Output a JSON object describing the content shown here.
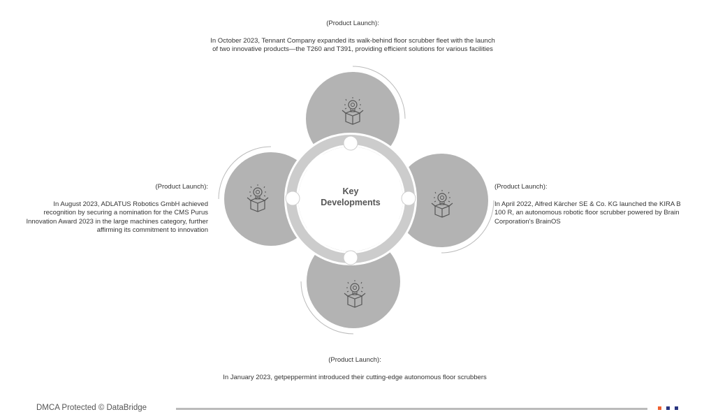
{
  "center": {
    "title_line1": "Key",
    "title_line2": "Developments"
  },
  "items": [
    {
      "label": "(Product Launch):",
      "text": "In October 2023, Tennant Company expanded its walk-behind floor scrubber fleet with the launch of two innovative products—the T260 and T391, providing efficient solutions for various facilities"
    },
    {
      "label": "(Product Launch):",
      "text": "In April 2022, Alfred Kärcher SE & Co. KG launched the KIRA B 100 R, an autonomous robotic floor scrubber powered by Brain Corporation's BrainOS"
    },
    {
      "label": "(Product Launch):",
      "text": "In January 2023, getpeppermint introduced their cutting-edge autonomous floor scrubbers"
    },
    {
      "label": "(Product Launch):",
      "text": "In August 2023, ADLATUS Robotics GmbH achieved recognition by securing a nomination for the CMS Purus Innovation Award 2023 in the large machines category, further affirming its commitment to innovation"
    }
  ],
  "footer": {
    "text": "DMCA Protected © DataBridge"
  },
  "colors": {
    "circle": "#b3b3b3",
    "ring": "#cccccc",
    "orange": "#f06030",
    "navy": "#2a3580"
  }
}
